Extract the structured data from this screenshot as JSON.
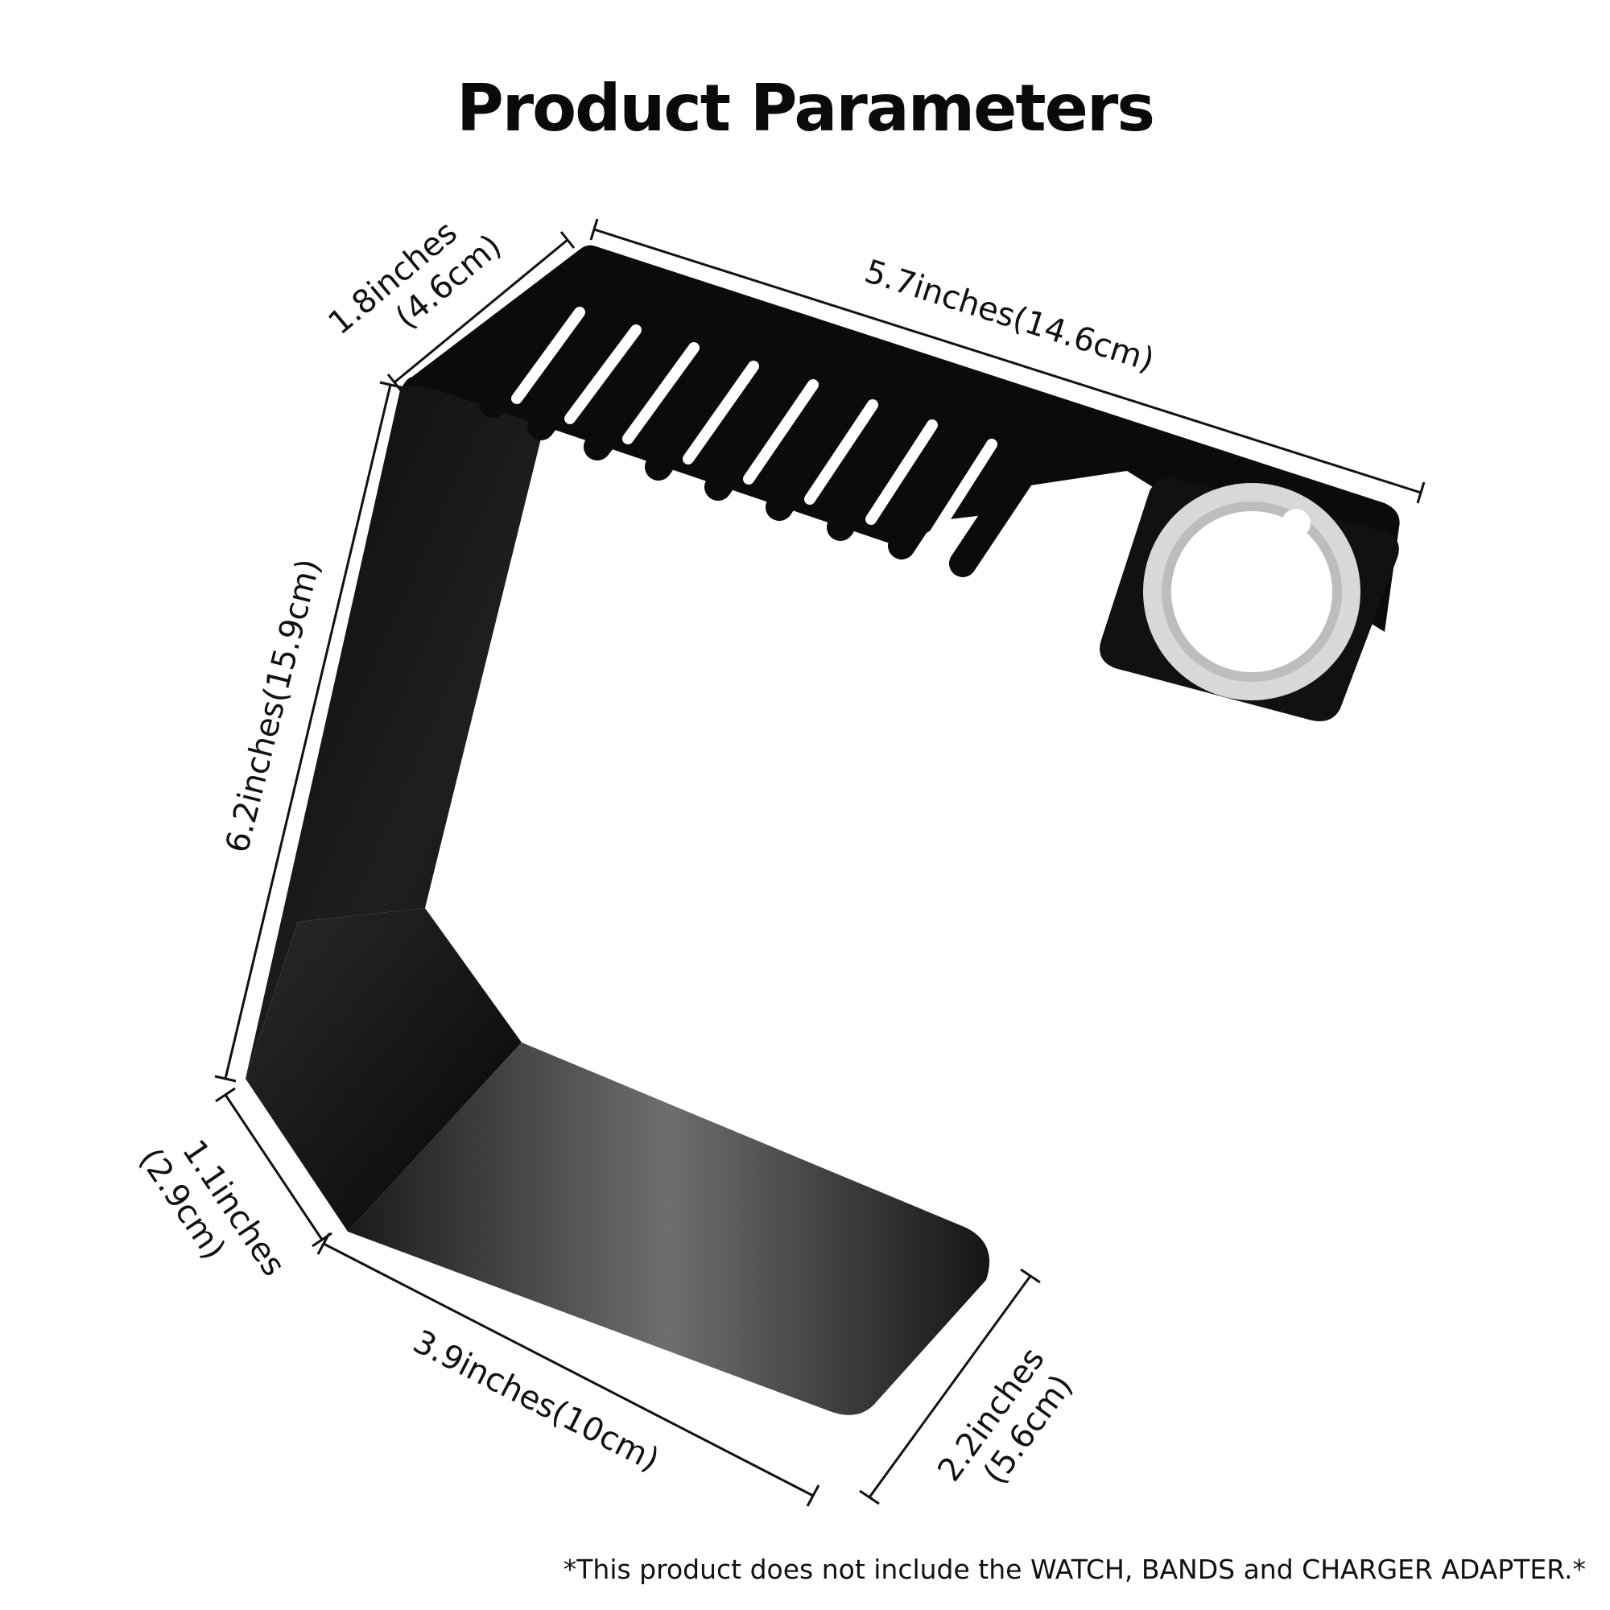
{
  "title": "Product Parameters",
  "dimensions": {
    "top_depth": {
      "line1": "1.8inches",
      "line2": "(4.6cm)"
    },
    "top_length": {
      "text": "5.7inches(14.6cm)"
    },
    "height": {
      "text": "6.2inches(15.9cm)"
    },
    "bottom_corner": {
      "line1": "1.1inches",
      "line2": "(2.9cm)"
    },
    "base_length": {
      "text": "3.9inches(10cm)"
    },
    "base_depth": {
      "line1": "2.2inches",
      "line2": "(5.6cm)"
    }
  },
  "footnote": "*This product does not include the WATCH, BANDS and CHARGER ADAPTER.*",
  "colors": {
    "stand": "#0b0b0b",
    "stand_highlight": "#6e6e6e",
    "charger_ring": "#dcdcdc",
    "text": "#111111"
  }
}
